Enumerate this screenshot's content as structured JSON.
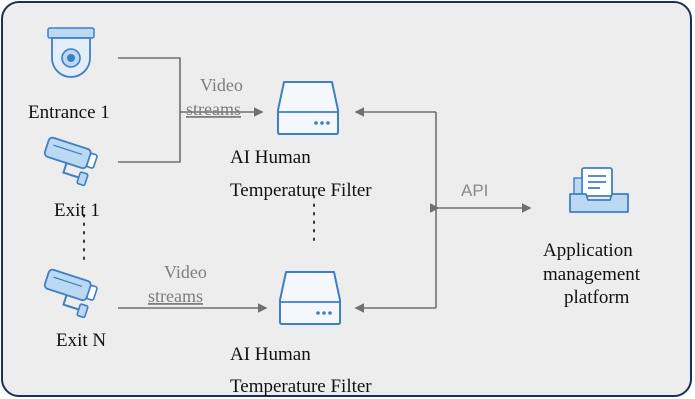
{
  "diagram": {
    "entrance_label": "Entrance 1",
    "exit1_label": "Exit 1",
    "exitN_label": "Exit N",
    "video_streams_top": [
      "Video",
      "streams"
    ],
    "video_streams_bottom": [
      "Video",
      "streams"
    ],
    "filter_top": [
      "AI Human",
      "Temperature Filter"
    ],
    "filter_bottom": [
      "AI Human",
      "Temperature Filter"
    ],
    "api_label": "API",
    "platform": [
      "Application",
      "management",
      "platform"
    ]
  },
  "colors": {
    "panel_bg": "#ededed",
    "panel_border": "#1b2f5c",
    "icon_blue": "#3f7fc4",
    "icon_light": "#bcd9f3",
    "line": "#707070"
  },
  "icons": [
    "dome-camera-icon",
    "bullet-camera-icon",
    "bullet-camera-icon",
    "bullet-camera-icon",
    "server-box-icon",
    "server-box-icon",
    "platform-tray-icon"
  ]
}
